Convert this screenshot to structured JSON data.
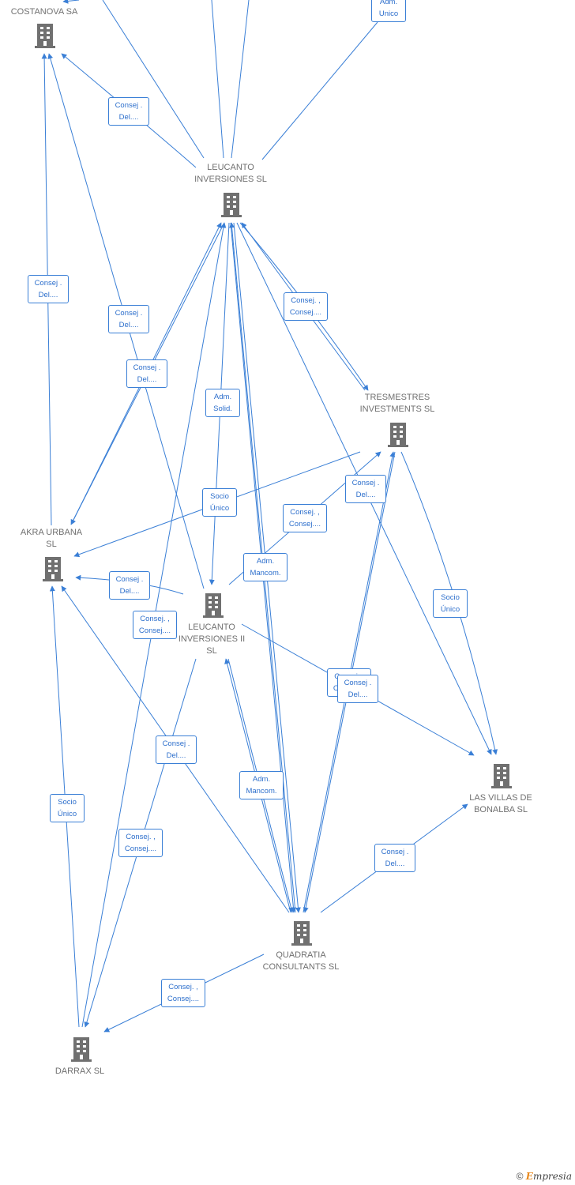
{
  "nodes": {
    "costanova": {
      "label": "COSTANOVA SA"
    },
    "leucanto": {
      "label": "LEUCANTO INVERSIONES SL"
    },
    "tresmestres": {
      "label": "TRESMESTRES INVESTMENTS SL"
    },
    "akra": {
      "label": "AKRA URBANA SL"
    },
    "leucanto2": {
      "label": "LEUCANTO INVERSIONES II SL"
    },
    "lasvillas": {
      "label": "LAS VILLAS DE BONALBA SL"
    },
    "quadratia": {
      "label": "QUADRATIA CONSULTANTS SL"
    },
    "darrax": {
      "label": "DARRAX SL"
    }
  },
  "edge_labels": {
    "adm_unico_top": "Adm. Unico",
    "consej_del_1": "Consej . Del....",
    "consej_del_2": "Consej . Del....",
    "consej_del_3": "Consej . Del....",
    "consej_del_4": "Consej . Del....",
    "consej_consej_1": "Consej. , Consej....",
    "adm_solid": "Adm. Solid.",
    "socio_unico_1": "Socio Único",
    "consej_del_5": "Consej . Del....",
    "consej_consej_2": "Consej. , Consej....",
    "adm_mancom_1": "Adm. Mancom.",
    "consej_del_6": "Consej . Del....",
    "consej_consej_3": "Consej. , Consej....",
    "socio_unico_2": "Socio Único",
    "consej_consej_4": "Consej. , Consej....",
    "consej_del_7": "Consej . Del....",
    "consej_del_8": "Consej . Del....",
    "adm_mancom_2": "Adm. Mancom.",
    "socio_unico_3": "Socio Único",
    "consej_consej_5": "Consej. , Consej....",
    "consej_del_9": "Consej . Del....",
    "consej_consej_6": "Consej. , Consej...."
  },
  "footer": {
    "copyright": "©",
    "brand_initial": "E",
    "brand_rest": "mpresia"
  },
  "colors": {
    "edge": "#3a7fd6",
    "node_icon": "#707070",
    "label_text": "#707070"
  }
}
